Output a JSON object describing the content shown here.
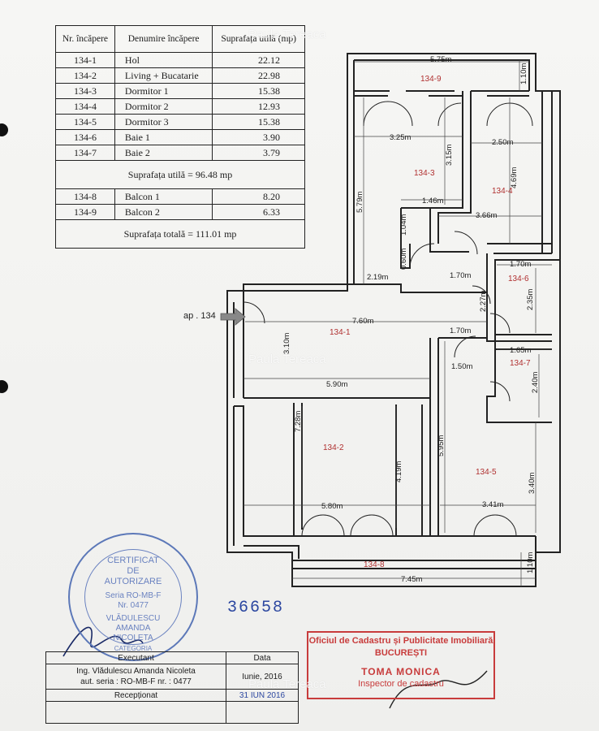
{
  "watermark": "Paula Tereaca",
  "table": {
    "headers": [
      "Nr. încăpere",
      "Denumire încăpere",
      "Suprafața utilă (mp)"
    ],
    "rows": [
      {
        "nr": "134-1",
        "name": "Hol",
        "area": "22.12"
      },
      {
        "nr": "134-2",
        "name": "Living + Bucatarie",
        "area": "22.98"
      },
      {
        "nr": "134-3",
        "name": "Dormitor 1",
        "area": "15.38"
      },
      {
        "nr": "134-4",
        "name": "Dormitor  2",
        "area": "12.93"
      },
      {
        "nr": "134-5",
        "name": "Dormitor  3",
        "area": "15.38"
      },
      {
        "nr": "134-6",
        "name": "Baie 1",
        "area": "3.90"
      },
      {
        "nr": "134-7",
        "name": "Baie 2",
        "area": "3.79"
      }
    ],
    "subtotal": "Suprafața utilă =  96.48 mp",
    "balcony_rows": [
      {
        "nr": "134-8",
        "name": "Balcon 1",
        "area": "8.20"
      },
      {
        "nr": "134-9",
        "name": "Balcon 2",
        "area": "6.33"
      }
    ],
    "total": "Suprafața totală = 111.01 mp"
  },
  "plan": {
    "entry_label": "ap . 134",
    "rooms": [
      "134-1",
      "134-2",
      "134-3",
      "134-4",
      "134-5",
      "134-6",
      "134-7",
      "134-8",
      "134-9"
    ],
    "dims": [
      "5.75m",
      "1.10m",
      "3.25m",
      "3.15m",
      "2.50m",
      "5.79m",
      "4.69m",
      "1.46m",
      "1.04m",
      "3.66m",
      "0.60m",
      "2.19m",
      "1.70m",
      "1.70m",
      "2.27m",
      "2.35m",
      "7.60m",
      "3.10m",
      "1.70m",
      "1.65m",
      "1.50m",
      "2.40m",
      "5.90m",
      "7.28m",
      "5.95m",
      "4.19m",
      "3.40m",
      "5.80m",
      "3.41m",
      "7.45m",
      "1.10m"
    ]
  },
  "seal": {
    "lines": [
      "CERTIFICAT",
      "DE",
      "AUTORIZARE",
      "Seria RO-MB-F",
      "Nr. 0477",
      "VLĂDULESCU",
      "AMANDA",
      "NICOLETA",
      "CATEGORIA"
    ]
  },
  "stamp_number": "36658",
  "exec": {
    "col1_header": "Executant",
    "col2_header": "Data",
    "name": "Ing. Vlădulescu Amanda Nicoleta",
    "series": "aut. seria : RO-MB-F nr. : 0477",
    "date": "Iunie, 2016",
    "received": "Recepționat",
    "received_date": "31 IUN 2016"
  },
  "office": {
    "line1": "Oficiul de Cadastru și Publicitate Imobiliară",
    "line2": "BUCUREȘTI",
    "line3": "TOMA MONICA",
    "line4": "Inspector de cadastru"
  }
}
